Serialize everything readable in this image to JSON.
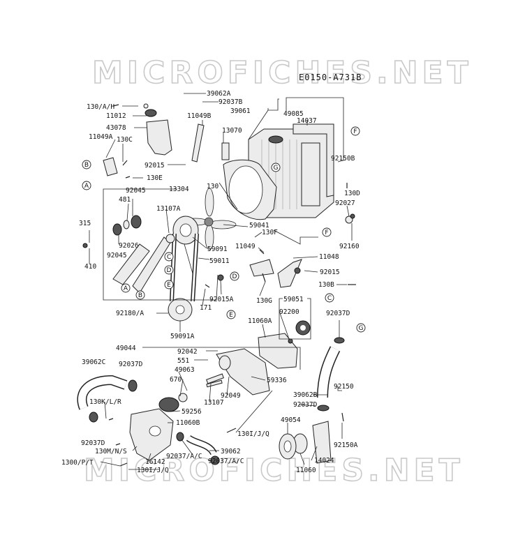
{
  "watermark": "MICROFICHES.NET",
  "diagram_code": "E0150-A731B",
  "parts": [
    {
      "id": "p1",
      "text": "39062A"
    },
    {
      "id": "p2",
      "text": "92037B"
    },
    {
      "id": "p3",
      "text": "39061"
    },
    {
      "id": "p4",
      "text": "49085"
    },
    {
      "id": "p5",
      "text": "14037"
    },
    {
      "id": "p6",
      "text": "130/A/H"
    },
    {
      "id": "p7",
      "text": "11012"
    },
    {
      "id": "p8",
      "text": "11049B"
    },
    {
      "id": "p9",
      "text": "43078"
    },
    {
      "id": "p10",
      "text": "13070"
    },
    {
      "id": "p11",
      "text": "11049A"
    },
    {
      "id": "p12",
      "text": "130C"
    },
    {
      "id": "p13",
      "text": "92150B"
    },
    {
      "id": "p14",
      "text": "92015"
    },
    {
      "id": "p15",
      "text": "130E"
    },
    {
      "id": "p16",
      "text": "13304"
    },
    {
      "id": "p17",
      "text": "130"
    },
    {
      "id": "p18",
      "text": "92045"
    },
    {
      "id": "p19",
      "text": "481"
    },
    {
      "id": "p20",
      "text": "130D"
    },
    {
      "id": "p21",
      "text": "13107A"
    },
    {
      "id": "p22",
      "text": "92027"
    },
    {
      "id": "p23",
      "text": "315"
    },
    {
      "id": "p24",
      "text": "59041"
    },
    {
      "id": "p25",
      "text": "130F"
    },
    {
      "id": "p26",
      "text": "92026"
    },
    {
      "id": "p27",
      "text": "92160"
    },
    {
      "id": "p28",
      "text": "11049"
    },
    {
      "id": "p29",
      "text": "92045"
    },
    {
      "id": "p30",
      "text": "59091"
    },
    {
      "id": "p31",
      "text": "59011"
    },
    {
      "id": "p32",
      "text": "11048"
    },
    {
      "id": "p33",
      "text": "410"
    },
    {
      "id": "p34",
      "text": "92015"
    },
    {
      "id": "p35",
      "text": "130B"
    },
    {
      "id": "p36",
      "text": "92015A"
    },
    {
      "id": "p37",
      "text": "130G"
    },
    {
      "id": "p38",
      "text": "171"
    },
    {
      "id": "p39",
      "text": "59051"
    },
    {
      "id": "p40",
      "text": "92180/A"
    },
    {
      "id": "p41",
      "text": "92200"
    },
    {
      "id": "p42",
      "text": "92037D"
    },
    {
      "id": "p43",
      "text": "11060A"
    },
    {
      "id": "p44",
      "text": "59091A"
    },
    {
      "id": "p45",
      "text": "49044"
    },
    {
      "id": "p46",
      "text": "92042"
    },
    {
      "id": "p47",
      "text": "551"
    },
    {
      "id": "p48",
      "text": "39062C"
    },
    {
      "id": "p49",
      "text": "92037D"
    },
    {
      "id": "p50",
      "text": "49063"
    },
    {
      "id": "p51",
      "text": "670"
    },
    {
      "id": "p52",
      "text": "59336"
    },
    {
      "id": "p53",
      "text": "92049"
    },
    {
      "id": "p54",
      "text": "13107"
    },
    {
      "id": "p55",
      "text": "130K/L/R"
    },
    {
      "id": "p56",
      "text": "92150"
    },
    {
      "id": "p57",
      "text": "39062B"
    },
    {
      "id": "p58",
      "text": "59256"
    },
    {
      "id": "p59",
      "text": "92037D"
    },
    {
      "id": "p60",
      "text": "11060B"
    },
    {
      "id": "p61",
      "text": "49054"
    },
    {
      "id": "p62",
      "text": "92037D"
    },
    {
      "id": "p63",
      "text": "130I/J/Q"
    },
    {
      "id": "p64",
      "text": "92150A"
    },
    {
      "id": "p65",
      "text": "130M/N/S"
    },
    {
      "id": "p66",
      "text": "39062"
    },
    {
      "id": "p67",
      "text": "92037/A/C"
    },
    {
      "id": "p68",
      "text": "14024"
    },
    {
      "id": "p69",
      "text": "1300/P/T"
    },
    {
      "id": "p70",
      "text": "16142"
    },
    {
      "id": "p71",
      "text": "92037/A/C"
    },
    {
      "id": "p72",
      "text": "11060"
    },
    {
      "id": "p73",
      "text": "130I/J/Q"
    }
  ],
  "callouts": [
    {
      "id": "c1",
      "text": "F"
    },
    {
      "id": "c2",
      "text": "B"
    },
    {
      "id": "c3",
      "text": "G"
    },
    {
      "id": "c4",
      "text": "A"
    },
    {
      "id": "c5",
      "text": "F"
    },
    {
      "id": "c6",
      "text": "C"
    },
    {
      "id": "c7",
      "text": "D"
    },
    {
      "id": "c8",
      "text": "D"
    },
    {
      "id": "c9",
      "text": "E"
    },
    {
      "id": "c10",
      "text": "A"
    },
    {
      "id": "c11",
      "text": "B"
    },
    {
      "id": "c12",
      "text": "C"
    },
    {
      "id": "c13",
      "text": "E"
    },
    {
      "id": "c14",
      "text": "G"
    }
  ]
}
